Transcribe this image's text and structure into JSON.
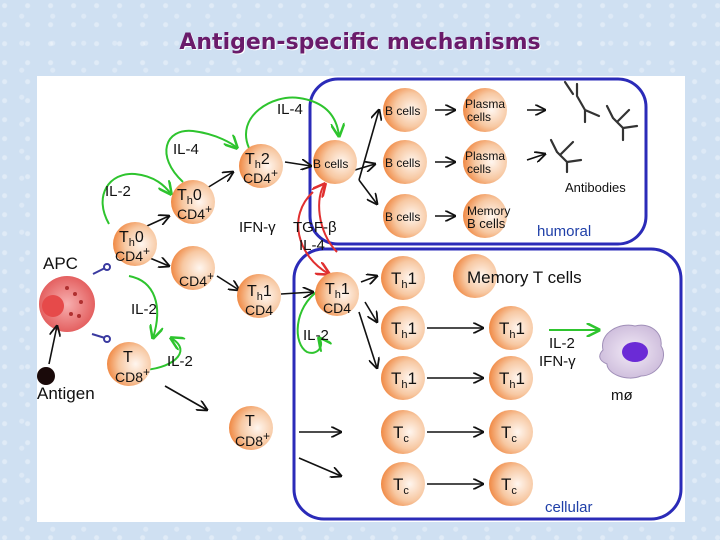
{
  "slide": {
    "title": "Antigen-specific mechanisms"
  },
  "diagram": {
    "labels": {
      "apc": "APC",
      "antigen": "Antigen",
      "humoral": "humoral",
      "cellular": "cellular",
      "antibodies": "Antibodies",
      "mo": "mø",
      "il4_top": "IL-4",
      "il4_mid": "IL-4",
      "il2_left": "IL-2",
      "il2_mid": "IL-2",
      "il2_tc": "IL-2",
      "il2_cell": "IL-2",
      "ifng": "IFN-γ",
      "tgfb": "TGF-β",
      "il4_low": "IL-4",
      "il2_right": "IL-2",
      "ifng_right": "IFN-γ"
    },
    "cells": {
      "th0_a": {
        "main": "T",
        "sub": "h",
        "tail": "0",
        "line2": "CD4",
        "sup": "+"
      },
      "th0_b": {
        "main": "T",
        "sub": "h",
        "tail": "0",
        "line2": "CD4",
        "sup": "+"
      },
      "th2": {
        "main": "T",
        "sub": "h",
        "tail": "2",
        "line2": "CD4",
        "sup": "+"
      },
      "cd4": {
        "line1": "CD4",
        "sup": "+"
      },
      "th1_a": {
        "main": "T",
        "sub": "h",
        "tail": "1",
        "line2": "CD4"
      },
      "th1_b": {
        "main": "T",
        "sub": "h",
        "tail": "1",
        "line2": "CD4"
      },
      "t_cd8_a": {
        "main": "T",
        "line2": "CD8",
        "sup": "+"
      },
      "t_cd8_b": {
        "main": "T",
        "line2": "CD8",
        "sup": "+"
      },
      "bcell_mid": "B cells",
      "bcell_1": "B cells",
      "bcell_2": "B cells",
      "bcell_3": "B cells",
      "plasma_1": [
        "Plasma",
        "cells"
      ],
      "plasma_2": [
        "Plasma",
        "cells"
      ],
      "memory_b": [
        "Memory",
        "B cells"
      ],
      "memory_t": "Memory T cells",
      "th1_r1": {
        "main": "T",
        "sub": "h",
        "tail": "1"
      },
      "th1_r2": {
        "main": "T",
        "sub": "h",
        "tail": "1"
      },
      "th1_r3": {
        "main": "T",
        "sub": "h",
        "tail": "1"
      },
      "th1_r4": {
        "main": "T",
        "sub": "h",
        "tail": "1"
      },
      "th1_r5": {
        "main": "T",
        "sub": "h",
        "tail": "1"
      },
      "tc_1": {
        "main": "T",
        "sub": "c"
      },
      "tc_2": {
        "main": "T",
        "sub": "c"
      },
      "tc_3": {
        "main": "T",
        "sub": "c"
      },
      "tc_4": {
        "main": "T",
        "sub": "c"
      }
    },
    "colors": {
      "cell_orange": "#f08a40",
      "cell_light": "#fde7d6",
      "box_blue": "#2b2bb8",
      "green": "#2ec42e",
      "red": "#e03030",
      "text_blue": "#1f3fa8"
    }
  }
}
